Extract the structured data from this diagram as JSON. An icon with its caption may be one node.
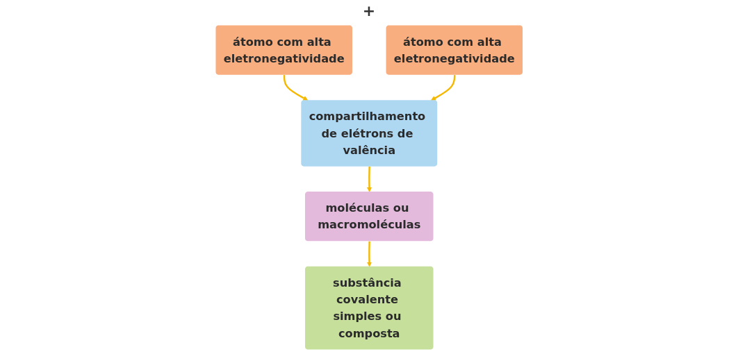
{
  "diagram": {
    "nodes": [
      {
        "text": [
          "átomo com alta eletronegatividade"
        ]
      },
      {
        "text": [
          "átomo com alta eletronegatividade"
        ]
      },
      {
        "text": [
          "compartilhamento de elétrons de valência"
        ]
      },
      {
        "text": [
          "moléculas ou macromoléculas"
        ]
      },
      {
        "text": [
          "substância covalente simples ou composta"
        ]
      }
    ],
    "edges": [
      {
        "from": 0,
        "to": 2,
        "arrow": "to"
      },
      {
        "from": 1,
        "to": 2,
        "arrow": "to"
      },
      {
        "from": 2,
        "to": 3,
        "arrow": "to"
      },
      {
        "from": 3,
        "to": 4,
        "arrow": "to"
      }
    ],
    "labels": [
      "+"
    ]
  }
}
